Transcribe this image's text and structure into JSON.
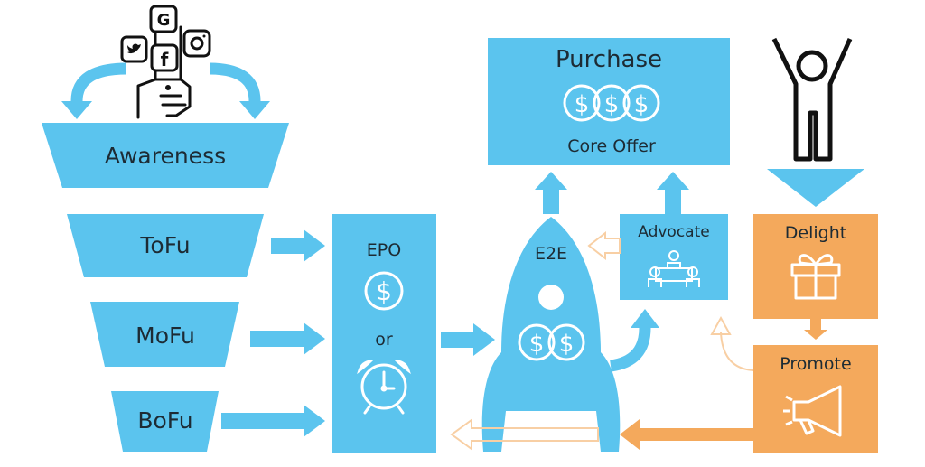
{
  "funnel": {
    "awareness": "Awareness",
    "tofu": "ToFu",
    "mofu": "MoFu",
    "bofu": "BoFu"
  },
  "social_icons": {
    "google_letter": "G",
    "facebook_letter": "f"
  },
  "epo": {
    "title": "EPO",
    "or": "or",
    "coin_symbol": "$"
  },
  "purchase": {
    "title": "Purchase",
    "coin_symbol": "$",
    "subtitle": "Core Offer"
  },
  "rocket": {
    "label": "E2E",
    "coin_symbol": "$"
  },
  "advocate": {
    "label": "Advocate"
  },
  "delight": {
    "label": "Delight"
  },
  "promote": {
    "label": "Promote"
  },
  "colors": {
    "blue": "#5BC4EE",
    "orange": "#F4A95C",
    "light_orange": "#F8CFA4",
    "text": "#1d2b34"
  }
}
